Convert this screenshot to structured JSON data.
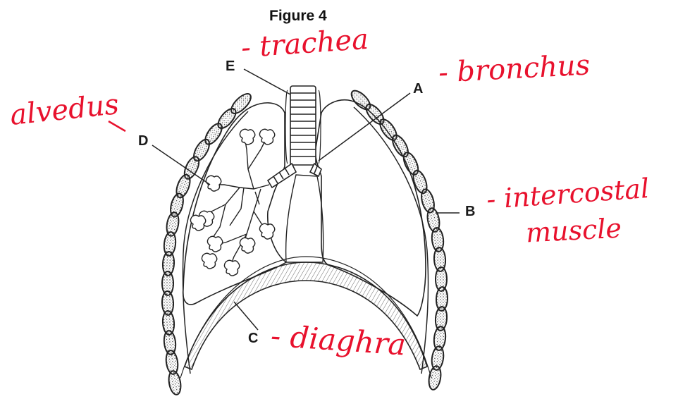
{
  "figure": {
    "title": "Figure 4",
    "labels": {
      "A": "A",
      "B": "B",
      "C": "C",
      "D": "D",
      "E": "E"
    },
    "annotations": {
      "trachea": "- trachea",
      "bronchus": "- bronchus",
      "alveolus": "alvedus",
      "intercostal_line1": "- intercostal",
      "intercostal_line2": "muscle",
      "diaphragm": "- diaghra"
    },
    "colors": {
      "ink": "#1a1a1a",
      "annotation": "#e8112d"
    }
  }
}
